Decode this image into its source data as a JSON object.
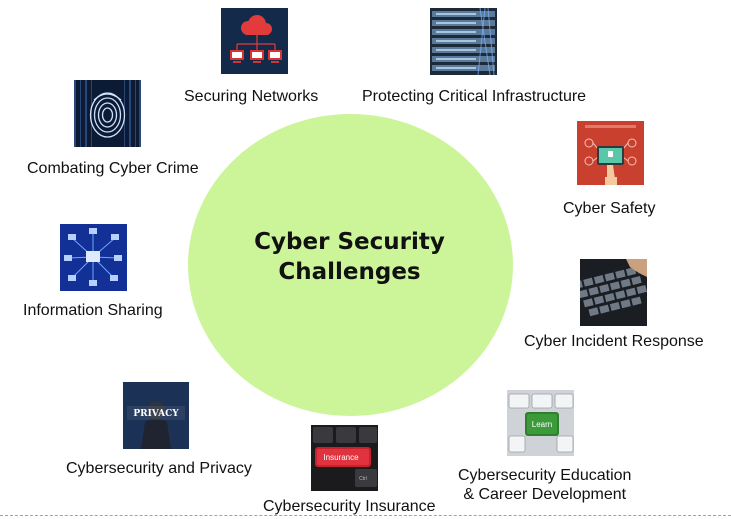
{
  "center": {
    "title": "Cyber Security\nChallenges"
  },
  "topics": [
    {
      "id": "securing-networks",
      "label": "Securing Networks",
      "icon": "cloud-network-icon"
    },
    {
      "id": "protecting-critical-infrastructure",
      "label": "Protecting Critical Infrastructure",
      "icon": "server-rack-icon"
    },
    {
      "id": "combating-cyber-crime",
      "label": "Combating Cyber Crime",
      "icon": "fingerprint-icon"
    },
    {
      "id": "cyber-safety",
      "label": "Cyber Safety",
      "icon": "tablet-hand-icon"
    },
    {
      "id": "information-sharing",
      "label": "Information Sharing",
      "icon": "network-nodes-icon"
    },
    {
      "id": "cyber-incident-response",
      "label": "Cyber Incident Response",
      "icon": "keyboard-icon"
    },
    {
      "id": "cybersecurity-and-privacy",
      "label": "Cybersecurity and Privacy",
      "icon": "privacy-icon",
      "icon_text": "PRIVACY"
    },
    {
      "id": "cybersecurity-insurance",
      "label": "Cybersecurity Insurance",
      "icon": "insurance-key-icon",
      "icon_text": "Insurance"
    },
    {
      "id": "cybersecurity-education",
      "label": "Cybersecurity Education\n& Career Development",
      "icon": "learn-key-icon",
      "icon_text": "Learn"
    }
  ],
  "colors": {
    "center_fill": "#ccf59a",
    "insurance_key": "#c8202c",
    "learn_key": "#3c9a3a",
    "safety_background": "#c9402e"
  }
}
